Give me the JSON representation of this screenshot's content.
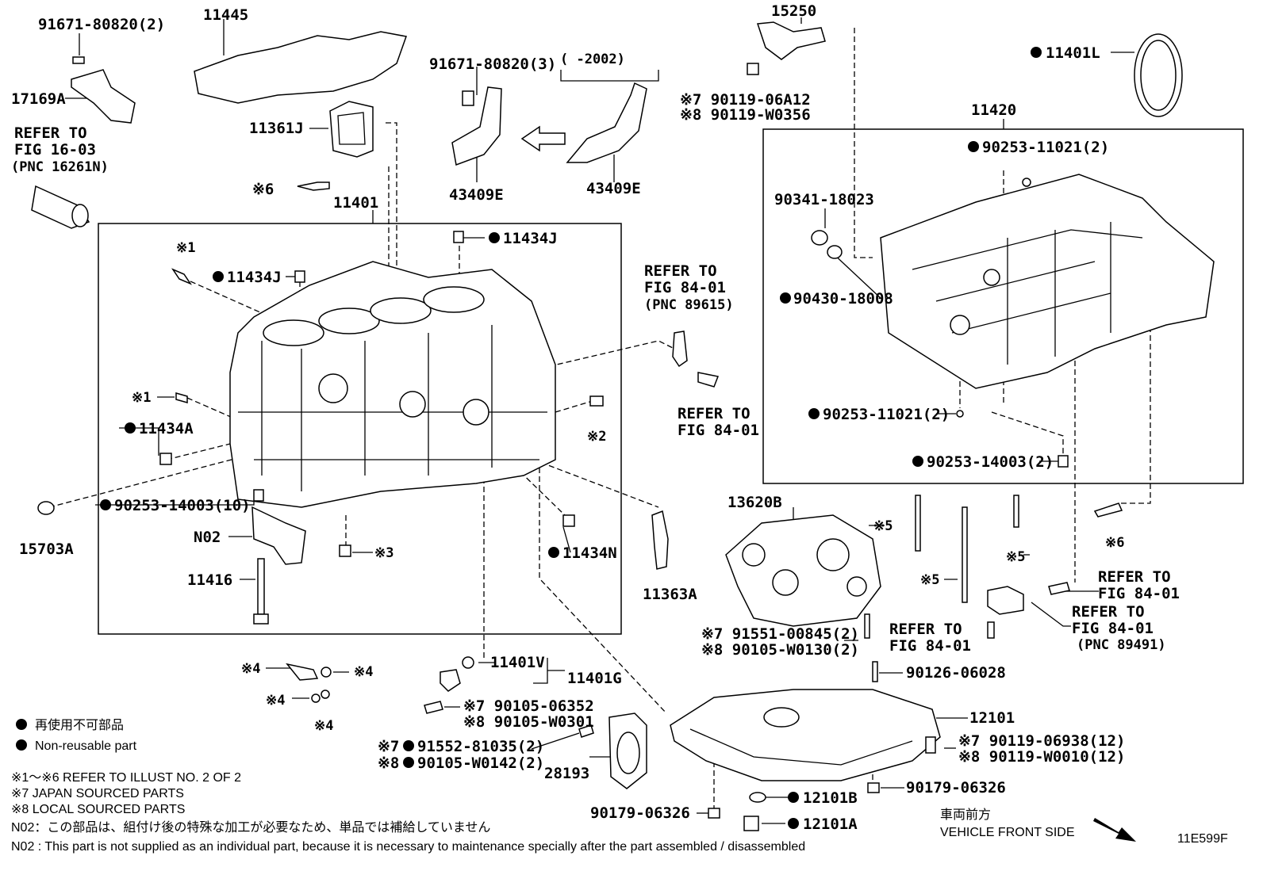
{
  "labels": {
    "p91671_a": "91671-80820(2)",
    "p17169A": "17169A",
    "p11445": "11445",
    "p11361J": "11361J",
    "refer_fig_16_03_l1": "REFER TO",
    "refer_fig_16_03_l2": "FIG 16-03",
    "refer_fig_16_03_l3": "(PNC 16261N)",
    "mark6_top": "※6",
    "p11401": "11401",
    "p91671_b": "91671-80820(3)",
    "range_2002": "(      -2002)",
    "p43409E_a": "43409E",
    "p43409E_b": "43409E",
    "p15250": "15250",
    "p90119_06A12": "※7 90119-06A12",
    "p90119_W0356": "※8 90119-W0356",
    "p11401L": "11401L",
    "p11420": "11420",
    "p90253_11021_top": "90253-11021(2)",
    "p90341_18023": "90341-18023",
    "p90430_18008": "90430-18008",
    "p90253_11021_bot": "90253-11021(2)",
    "p90253_14003_right": "90253-14003(2)",
    "p11434J_right": "11434J",
    "p11434J_left": "11434J",
    "mark1_a": "※1",
    "mark1_b": "※1",
    "p11434A": "11434A",
    "mark2": "※2",
    "refer_84_01_pnc89615_l1": "REFER TO",
    "refer_84_01_pnc89615_l2": "FIG 84-01",
    "refer_84_01_pnc89615_l3": "(PNC 89615)",
    "refer_84_01_b_l1": "REFER TO",
    "refer_84_01_b_l2": "FIG 84-01",
    "p90253_14003_10": "90253-14003(10)",
    "p15703A": "15703A",
    "pN02": "N02",
    "mark3": "※3",
    "p11416": "11416",
    "p11434N": "11434N",
    "p11363A": "11363A",
    "p13620B": "13620B",
    "mark5_a": "※5",
    "mark5_b": "※5",
    "mark5_c": "※5",
    "mark6_right": "※6",
    "refer_84_01_c_l1": "REFER TO",
    "refer_84_01_c_l2": "FIG 84-01",
    "refer_84_01_pnc89491_l1": "REFER TO",
    "refer_84_01_pnc89491_l2": "FIG 84-01",
    "refer_84_01_pnc89491_l3": "(PNC 89491)",
    "refer_84_01_d_l1": "REFER TO",
    "refer_84_01_d_l2": "FIG 84-01",
    "p91551_00845": "※7 91551-00845(2)",
    "p90105_W0130": "※8 90105-W0130(2)",
    "p90126_06028": "90126-06028",
    "p12101": "12101",
    "p90119_06938": "※7 90119-06938(12)",
    "p90119_W0010": "※8 90119-W0010(12)",
    "p90179_06326_right": "90179-06326",
    "p12101B": "12101B",
    "p90179_06326_left": "90179-06326",
    "p12101A": "12101A",
    "mark4_a": "※4",
    "mark4_b": "※4",
    "mark4_c": "※4",
    "mark4_d": "※4",
    "p11401V": "11401V",
    "p11401G": "11401G",
    "p90105_06352": "※7 90105-06352",
    "p90105_W0301": "※8 90105-W0301",
    "p91552_81035": "91552-81035(2)",
    "p90105_W0142": "90105-W0142(2)",
    "mark7_a": "※7",
    "mark8_a": "※8",
    "p28193": "28193"
  },
  "legend": {
    "nonreuse_jp": "再使用不可部品",
    "nonreuse_en": "Non-reusable part",
    "note1": "※1～※6  REFER TO ILLUST NO. 2 OF 2",
    "note7": "※7  JAPAN SOURCED PARTS",
    "note8": "※8  LOCAL SOURCED PARTS",
    "n02_jp": "N02：この部品は、組付け後の特殊な加工が必要なため、単品では補給していません",
    "n02_en": "N02 : This part is not supplied as an individual part, because it is necessary to maintenance specially after the part assembled / disassembled"
  },
  "footer": {
    "front_jp": "車両前方",
    "front_en": "VEHICLE FRONT SIDE",
    "code": "11E599F"
  }
}
